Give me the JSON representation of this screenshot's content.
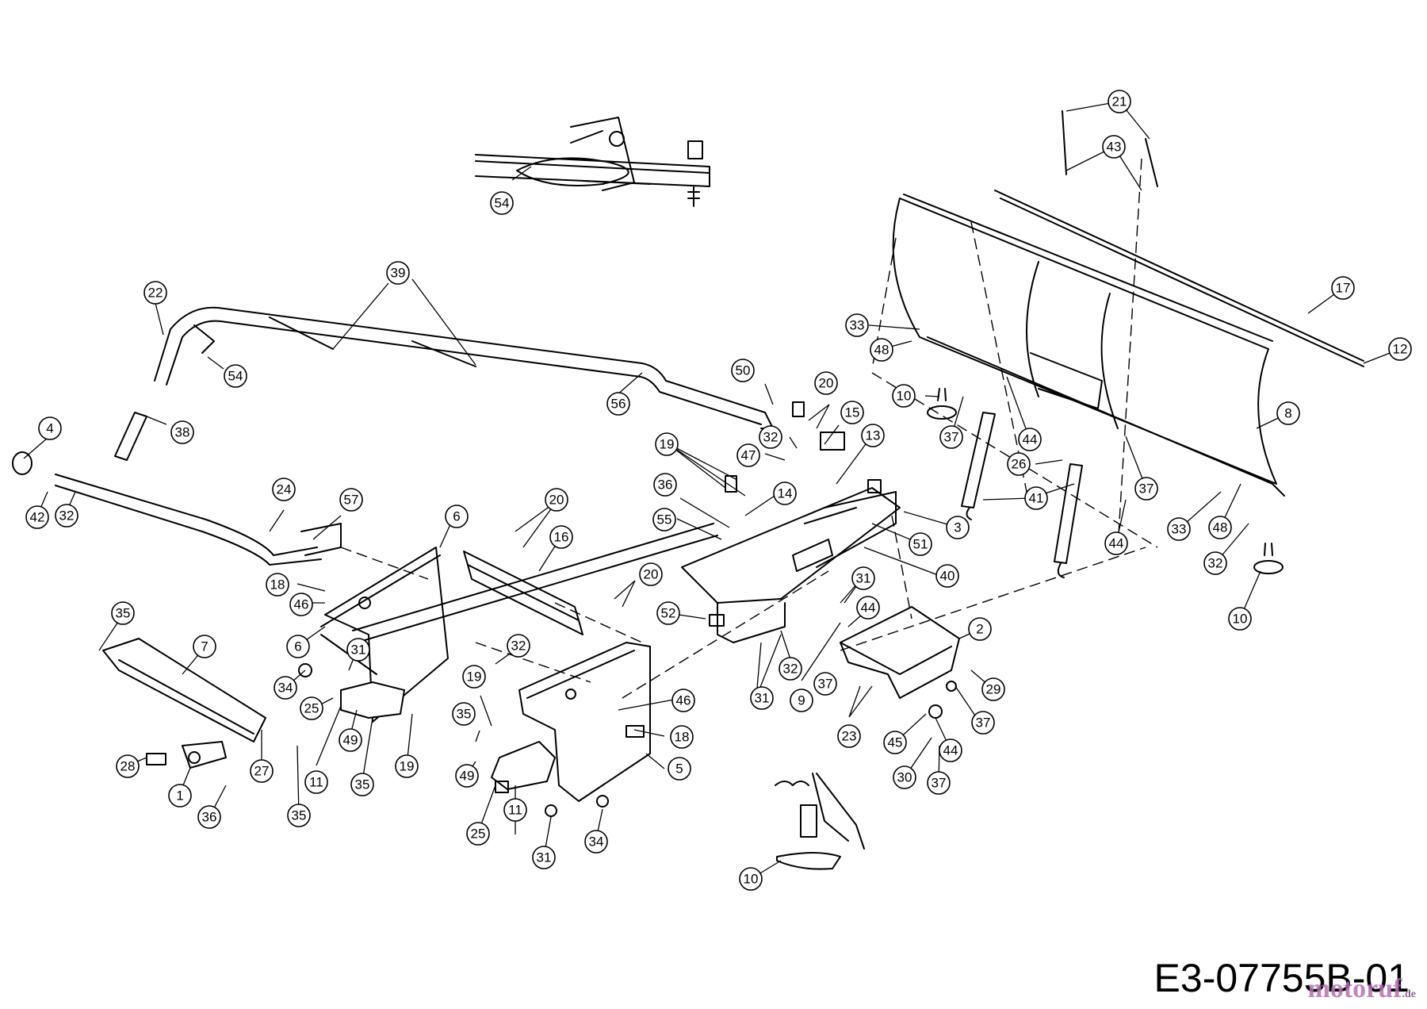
{
  "drawing_code": "E3-07755B-01",
  "watermark": {
    "brand": "motoruf",
    "suffix": ".de"
  },
  "callouts": [
    {
      "label": "54"
    },
    {
      "label": "22"
    },
    {
      "label": "39"
    },
    {
      "label": "54"
    },
    {
      "label": "38"
    },
    {
      "label": "4"
    },
    {
      "label": "42"
    },
    {
      "label": "32"
    },
    {
      "label": "24"
    },
    {
      "label": "57"
    },
    {
      "label": "56"
    },
    {
      "label": "50"
    },
    {
      "label": "20"
    },
    {
      "label": "32"
    },
    {
      "label": "47"
    },
    {
      "label": "15"
    },
    {
      "label": "13"
    },
    {
      "label": "19"
    },
    {
      "label": "36"
    },
    {
      "label": "14"
    },
    {
      "label": "55"
    },
    {
      "label": "6"
    },
    {
      "label": "20"
    },
    {
      "label": "16"
    },
    {
      "label": "18"
    },
    {
      "label": "46"
    },
    {
      "label": "6"
    },
    {
      "label": "20"
    },
    {
      "label": "52"
    },
    {
      "label": "3"
    },
    {
      "label": "51"
    },
    {
      "label": "40"
    },
    {
      "label": "31"
    },
    {
      "label": "44"
    },
    {
      "label": "35"
    },
    {
      "label": "7"
    },
    {
      "label": "34"
    },
    {
      "label": "31"
    },
    {
      "label": "25"
    },
    {
      "label": "32"
    },
    {
      "label": "49"
    },
    {
      "label": "35"
    },
    {
      "label": "11"
    },
    {
      "label": "19"
    },
    {
      "label": "28"
    },
    {
      "label": "27"
    },
    {
      "label": "1"
    },
    {
      "label": "36"
    },
    {
      "label": "35"
    },
    {
      "label": "19"
    },
    {
      "label": "35"
    },
    {
      "label": "49"
    },
    {
      "label": "25"
    },
    {
      "label": "11"
    },
    {
      "label": "31"
    },
    {
      "label": "34"
    },
    {
      "label": "46"
    },
    {
      "label": "18"
    },
    {
      "label": "5"
    },
    {
      "label": "31"
    },
    {
      "label": "32"
    },
    {
      "label": "9"
    },
    {
      "label": "37"
    },
    {
      "label": "23"
    },
    {
      "label": "2"
    },
    {
      "label": "29"
    },
    {
      "label": "37"
    },
    {
      "label": "45"
    },
    {
      "label": "44"
    },
    {
      "label": "30"
    },
    {
      "label": "37"
    },
    {
      "label": "10"
    },
    {
      "label": "21"
    },
    {
      "label": "43"
    },
    {
      "label": "17"
    },
    {
      "label": "12"
    },
    {
      "label": "33"
    },
    {
      "label": "48"
    },
    {
      "label": "10"
    },
    {
      "label": "37"
    },
    {
      "label": "44"
    },
    {
      "label": "26"
    },
    {
      "label": "8"
    },
    {
      "label": "37"
    },
    {
      "label": "41"
    },
    {
      "label": "44"
    },
    {
      "label": "33"
    },
    {
      "label": "48"
    },
    {
      "label": "32"
    },
    {
      "label": "10"
    }
  ]
}
